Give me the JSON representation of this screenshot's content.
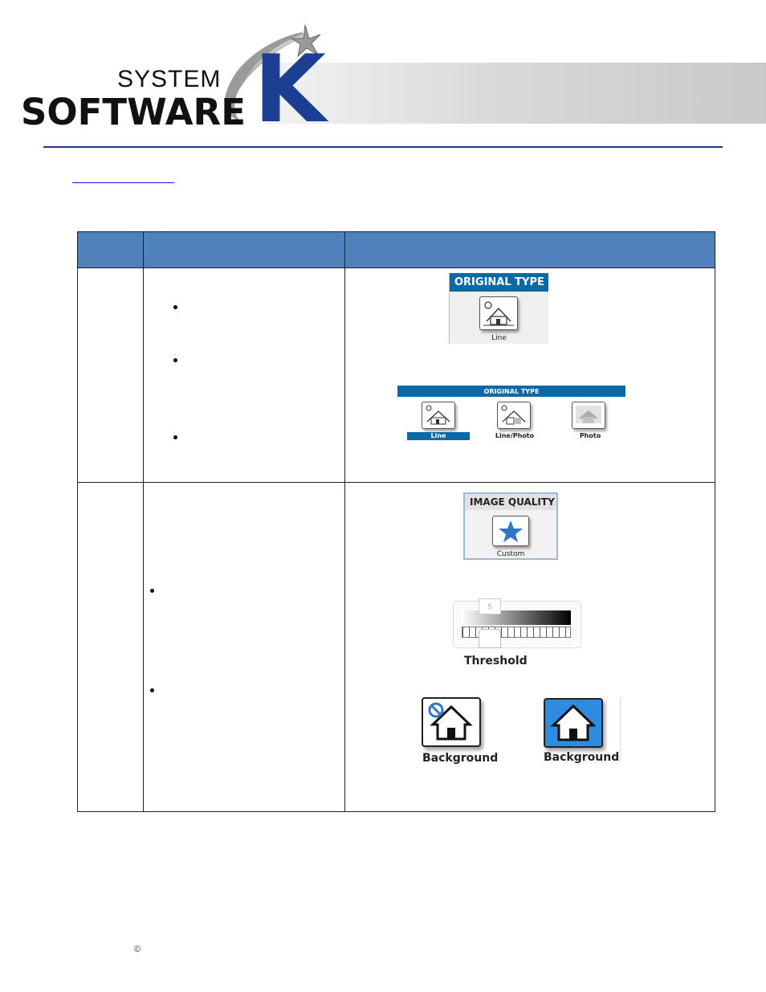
{
  "header": {
    "logo_line1": "SYSTEM",
    "logo_line2": "SOFTWARE",
    "logo_letter": "K"
  },
  "row1": {
    "panel_single_title": "ORIGINAL TYPE",
    "panel_single_option": "Line",
    "panel_multi_title": "ORIGINAL TYPE",
    "options": [
      {
        "label": "Line",
        "selected": true
      },
      {
        "label": "Line/Photo",
        "selected": false
      },
      {
        "label": "Photo",
        "selected": false
      }
    ]
  },
  "row2": {
    "panel_title": "IMAGE QUALITY",
    "panel_option": "Custom",
    "slider_value": "5",
    "slider_label": "Threshold",
    "button_off_label": "Background",
    "button_on_label": "Background"
  },
  "footer": {
    "copyright_symbol": "©"
  },
  "colors": {
    "accent_blue": "#0b6aa6",
    "table_header": "#4f81bd",
    "logo_k": "#1c3f94"
  }
}
